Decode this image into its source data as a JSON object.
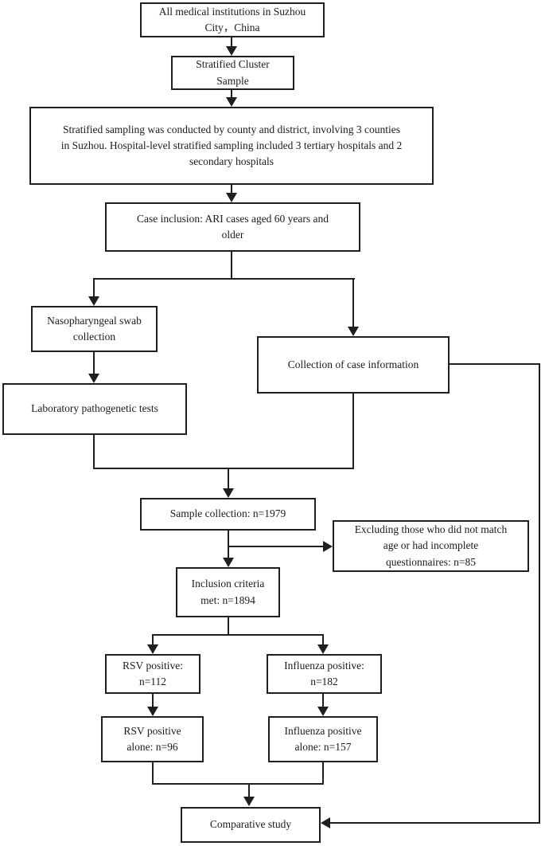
{
  "figure": {
    "type": "flowchart",
    "background_color": "#ffffff",
    "line_color": "#1f1f1f",
    "text_color": "#1b1b1b"
  },
  "nodes": {
    "all_institutions": {
      "label": [
        "All medical institutions in Suzhou",
        "City，China"
      ]
    },
    "stratified_cluster": {
      "label": [
        "Stratified Cluster",
        "Sample"
      ]
    },
    "stratified_sampling": {
      "label": [
        "Stratified sampling was conducted by county and district, involving 3 counties",
        "in Suzhou. Hospital-level stratified sampling included 3 tertiary hospitals and 2",
        "secondary hospitals"
      ]
    },
    "case_inclusion": {
      "label": [
        "Case inclusion: ARI cases aged 60 years and",
        "older"
      ]
    },
    "nasopharyngeal": {
      "label": [
        "Nasopharyngeal swab",
        "collection"
      ]
    },
    "lab_tests": {
      "label": "Laboratory pathogenetic tests"
    },
    "case_info": {
      "label": "Collection of case information"
    },
    "sample_collection": {
      "label": "Sample collection: n=1979"
    },
    "excluding": {
      "label": [
        "Excluding those who did not match",
        "age or had incomplete",
        "questionnaires: n=85"
      ]
    },
    "inclusion_criteria": {
      "label": [
        "Inclusion criteria",
        "met: n=1894"
      ]
    },
    "rsv_positive": {
      "label": [
        "RSV positive:",
        "n=112"
      ]
    },
    "flu_positive": {
      "label": [
        "Influenza positive:",
        "n=182"
      ]
    },
    "rsv_alone": {
      "label": [
        "RSV positive",
        "alone: n=96"
      ]
    },
    "flu_alone": {
      "label": [
        "Influenza positive",
        "alone: n=157"
      ]
    },
    "comparative": {
      "label": "Comparative study"
    }
  },
  "counts": {
    "sample_collection": 1979,
    "excluded": 85,
    "inclusion_met": 1894,
    "rsv_positive": 112,
    "influenza_positive": 182,
    "rsv_alone": 96,
    "influenza_alone": 157
  }
}
